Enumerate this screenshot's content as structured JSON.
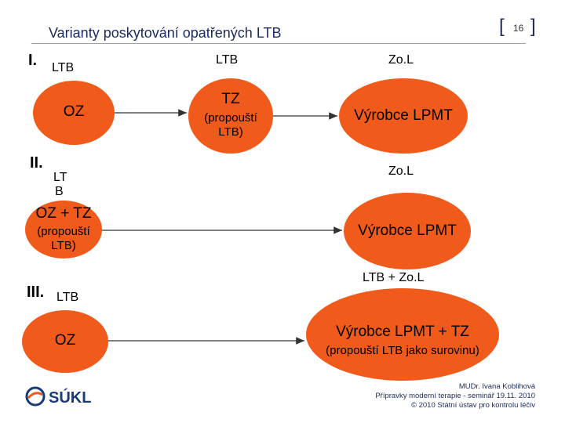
{
  "header": {
    "title": "Varianty poskytování opatřených LTB",
    "page_number": "16",
    "bracket_open": "[",
    "bracket_close": "]"
  },
  "section1": {
    "roman": "I.",
    "col1_label": "LTB",
    "col2_label": "LTB",
    "col3_label": "Zo.L",
    "node1": "OZ",
    "node2_main": "TZ",
    "node2_sub_1": "(propouští",
    "node2_sub_2": "LTB)",
    "node3": "Výrobce LPMT"
  },
  "section2": {
    "roman": "II.",
    "col1_label_1": "LT",
    "col1_label_2": "B",
    "col3_label": "Zo.L",
    "node1_main": "OZ + TZ",
    "node1_sub_1": "(propouští",
    "node1_sub_2": "LTB)",
    "node2": "Výrobce LPMT"
  },
  "section3": {
    "roman": "III.",
    "col1_label": "LTB",
    "col3_label": "LTB + Zo.L",
    "node1": "OZ",
    "node2_main": "Výrobce LPMT + TZ",
    "node2_sub": "(propouští LTB jako surovinu)"
  },
  "footer": {
    "line1": "MUDr. Ivana Koblihová",
    "line2": "Přípravky moderní terapie - seminář 19.11. 2010",
    "line3": "© 2010 Státní ústav pro kontrolu léčiv",
    "logo_text": "SÚKL"
  },
  "colors": {
    "ellipse_fill": "#f05a1a",
    "title_color": "#1a2a5e"
  }
}
